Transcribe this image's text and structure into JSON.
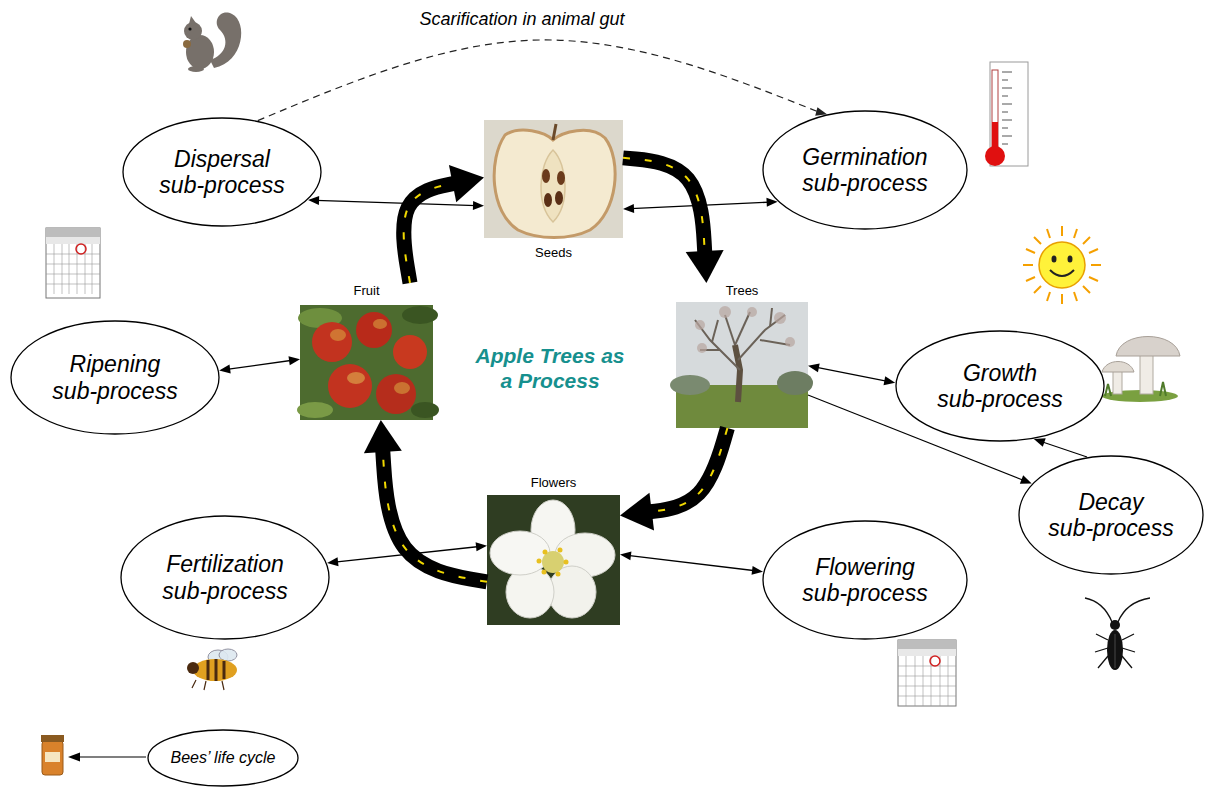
{
  "diagram": {
    "title": "Apple Trees as a Process",
    "nodes": [
      {
        "text": [
          "Dispersal sub-process"
        ]
      },
      {
        "text": [
          "Seeds"
        ]
      },
      {
        "text": [
          "Germination sub-process"
        ]
      },
      {
        "text": [
          "Fruit"
        ]
      },
      {
        "text": [
          "Trees"
        ]
      },
      {
        "text": [
          "Ripening sub-process"
        ]
      },
      {
        "text": [
          "Growth sub-process"
        ]
      },
      {
        "text": [
          "Decay sub-process"
        ]
      },
      {
        "text": [
          "Flowers"
        ]
      },
      {
        "text": [
          "Fertilization sub-process"
        ]
      },
      {
        "text": [
          "Flowering sub-process"
        ]
      },
      {
        "text": [
          "Bees’ life cycle"
        ]
      }
    ],
    "edges": [
      {
        "from": 0,
        "to": 2,
        "arrow": "to",
        "label": "Scarification in animal gut"
      },
      {
        "from": 3,
        "to": 1,
        "arrow": "to"
      },
      {
        "from": 1,
        "to": 4,
        "arrow": "to"
      },
      {
        "from": 4,
        "to": 8,
        "arrow": "to"
      },
      {
        "from": 8,
        "to": 3,
        "arrow": "to"
      },
      {
        "from": 0,
        "to": 1,
        "arrow": "both"
      },
      {
        "from": 2,
        "to": 1,
        "arrow": "both"
      },
      {
        "from": 5,
        "to": 3,
        "arrow": "both"
      },
      {
        "from": 6,
        "to": 4,
        "arrow": "both"
      },
      {
        "from": 9,
        "to": 8,
        "arrow": "both"
      },
      {
        "from": 10,
        "to": 8,
        "arrow": "both"
      },
      {
        "from": 4,
        "to": 7,
        "arrow": "to"
      },
      {
        "from": 7,
        "to": 6,
        "arrow": "to"
      }
    ]
  }
}
